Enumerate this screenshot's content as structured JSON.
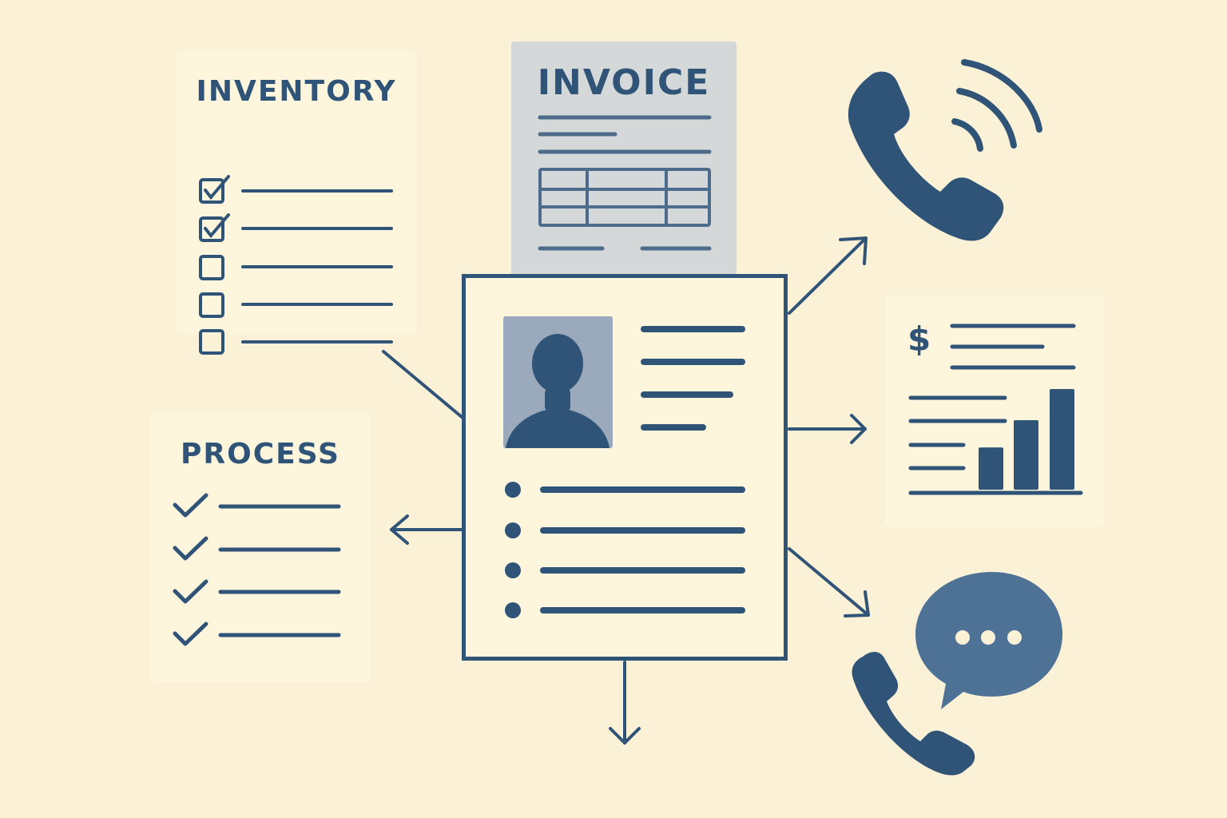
{
  "colors": {
    "background": "#fbf1d6",
    "card": "#fdf5dc",
    "primary": "#2f5478",
    "invoice_card": "#d4d8d8",
    "chat_bubble": "#4e7296",
    "photo_bg": "#9aa9bb"
  },
  "inventory": {
    "title": "INVENTORY",
    "items": [
      {
        "checked": true
      },
      {
        "checked": true
      },
      {
        "checked": false
      },
      {
        "checked": false
      },
      {
        "checked": false
      }
    ]
  },
  "invoice": {
    "title": "INVOICE"
  },
  "process": {
    "title": "PROCESS",
    "items": [
      {
        "checked": true
      },
      {
        "checked": true
      },
      {
        "checked": true
      },
      {
        "checked": true
      }
    ]
  },
  "finance": {
    "currency_symbol": "$",
    "bar_values": [
      0.42,
      0.69,
      1.0
    ]
  },
  "icons": [
    "phone-icon",
    "phone-signal-icon",
    "chat-bubble-icon",
    "person-silhouette-icon",
    "dollar-icon",
    "bar-chart-icon",
    "checkbox-icon",
    "checkmark-icon"
  ]
}
